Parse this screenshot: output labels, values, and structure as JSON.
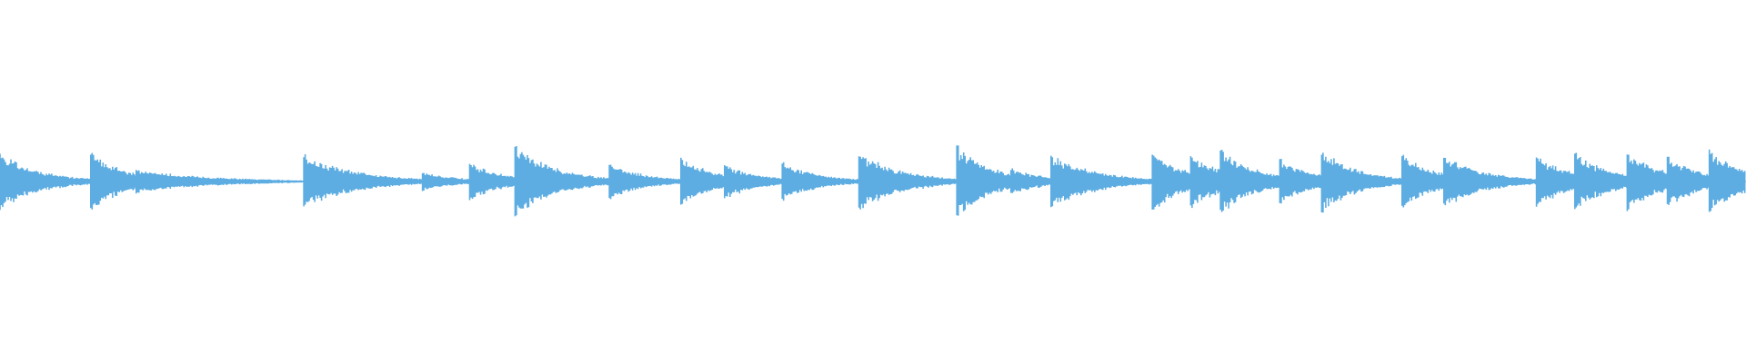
{
  "chart_data": {
    "type": "waveform",
    "color": "#5DADE2",
    "background": "#FFFFFF",
    "axes": "none",
    "grid": false,
    "amplitude_range": [
      -1,
      1
    ],
    "segments": [
      {
        "onset_pct": 0.0,
        "peak": 0.13
      },
      {
        "onset_pct": 5.2,
        "peak": 0.14
      },
      {
        "onset_pct": 7.8,
        "peak": 0.055
      },
      {
        "onset_pct": 17.4,
        "peak": 0.125
      },
      {
        "onset_pct": 24.2,
        "peak": 0.045
      },
      {
        "onset_pct": 26.9,
        "peak": 0.085
      },
      {
        "onset_pct": 29.5,
        "peak": 0.165
      },
      {
        "onset_pct": 34.9,
        "peak": 0.085
      },
      {
        "onset_pct": 39.0,
        "peak": 0.11
      },
      {
        "onset_pct": 41.5,
        "peak": 0.08
      },
      {
        "onset_pct": 44.8,
        "peak": 0.09
      },
      {
        "onset_pct": 49.2,
        "peak": 0.135
      },
      {
        "onset_pct": 54.8,
        "peak": 0.165
      },
      {
        "onset_pct": 57.9,
        "peak": 0.06
      },
      {
        "onset_pct": 60.2,
        "peak": 0.125
      },
      {
        "onset_pct": 66.0,
        "peak": 0.135
      },
      {
        "onset_pct": 68.2,
        "peak": 0.125
      },
      {
        "onset_pct": 69.9,
        "peak": 0.15
      },
      {
        "onset_pct": 73.3,
        "peak": 0.105
      },
      {
        "onset_pct": 75.7,
        "peak": 0.145
      },
      {
        "onset_pct": 80.3,
        "peak": 0.125
      },
      {
        "onset_pct": 82.7,
        "peak": 0.12
      },
      {
        "onset_pct": 88.0,
        "peak": 0.12
      },
      {
        "onset_pct": 90.2,
        "peak": 0.135
      },
      {
        "onset_pct": 93.2,
        "peak": 0.135
      },
      {
        "onset_pct": 95.5,
        "peak": 0.12
      },
      {
        "onset_pct": 97.9,
        "peak": 0.15
      }
    ]
  }
}
